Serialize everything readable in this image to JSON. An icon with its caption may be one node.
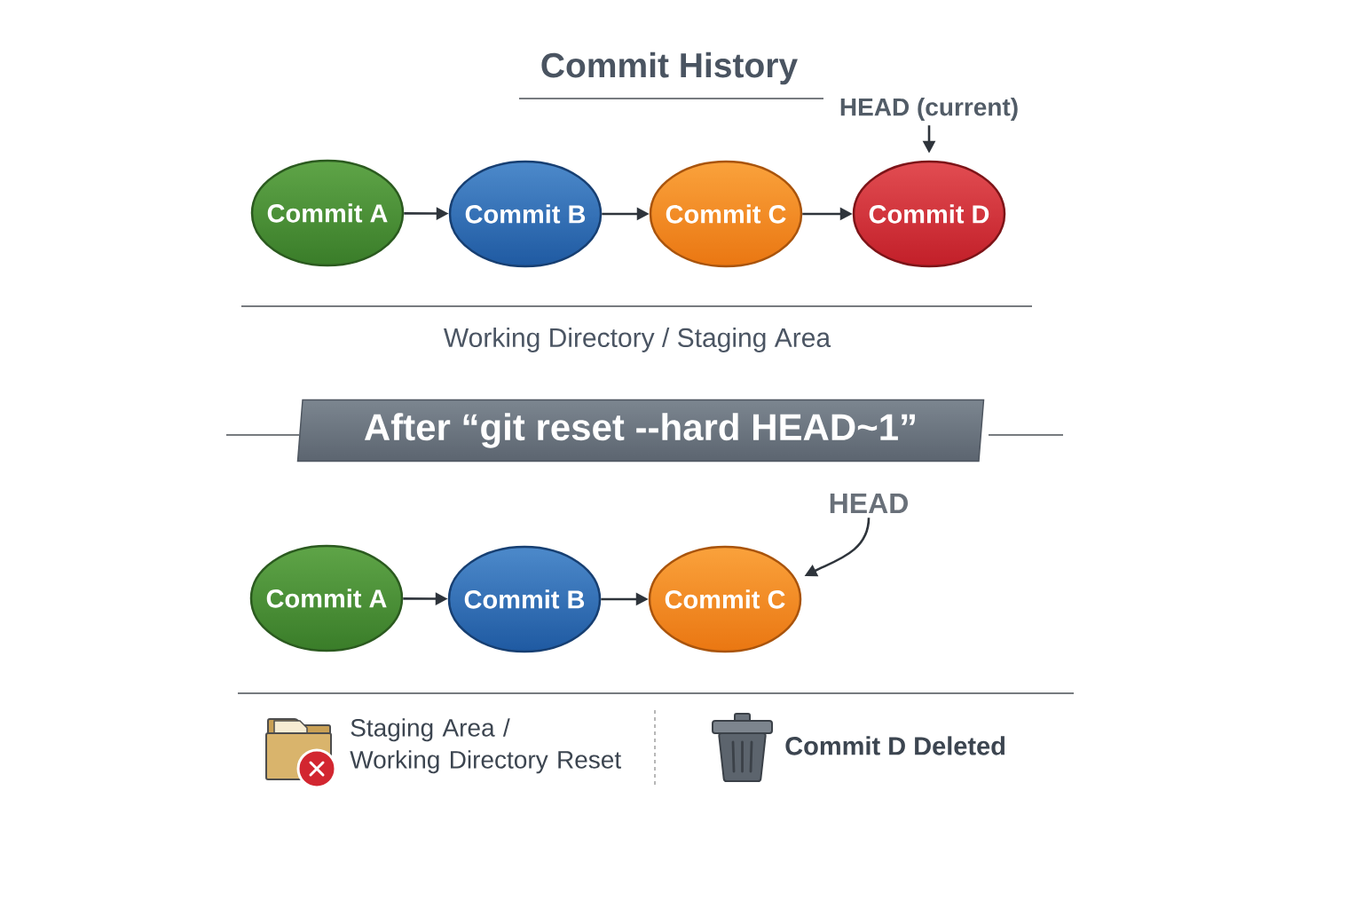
{
  "diagram": {
    "title": "Commit History",
    "nodes": [
      {
        "text": [
          "Commit A"
        ]
      },
      {
        "text": [
          "Commit B"
        ]
      },
      {
        "text": [
          "Commit C"
        ]
      },
      {
        "text": [
          "Commit D"
        ]
      },
      {
        "text": [
          "HEAD (current)"
        ]
      },
      {
        "text": [
          "After “git reset --hard HEAD~1”"
        ]
      },
      {
        "text": [
          "Commit A"
        ]
      },
      {
        "text": [
          "Commit B"
        ]
      },
      {
        "text": [
          "Commit C"
        ]
      },
      {
        "text": [
          "HEAD"
        ]
      }
    ],
    "edges": [
      {
        "from": 0,
        "to": 1,
        "arrow": "to"
      },
      {
        "from": 1,
        "to": 2,
        "arrow": "to"
      },
      {
        "from": 2,
        "to": 3,
        "arrow": "to"
      },
      {
        "from": 4,
        "to": 3,
        "arrow": "to"
      },
      {
        "from": 6,
        "to": 7,
        "arrow": "to"
      },
      {
        "from": 7,
        "to": 8,
        "arrow": "to"
      },
      {
        "from": 9,
        "to": 8,
        "arrow": "to"
      }
    ],
    "labels": [
      "Working Directory / Staging Area",
      "Staging Area / Working Directory Reset",
      "Commit D Deleted"
    ]
  }
}
